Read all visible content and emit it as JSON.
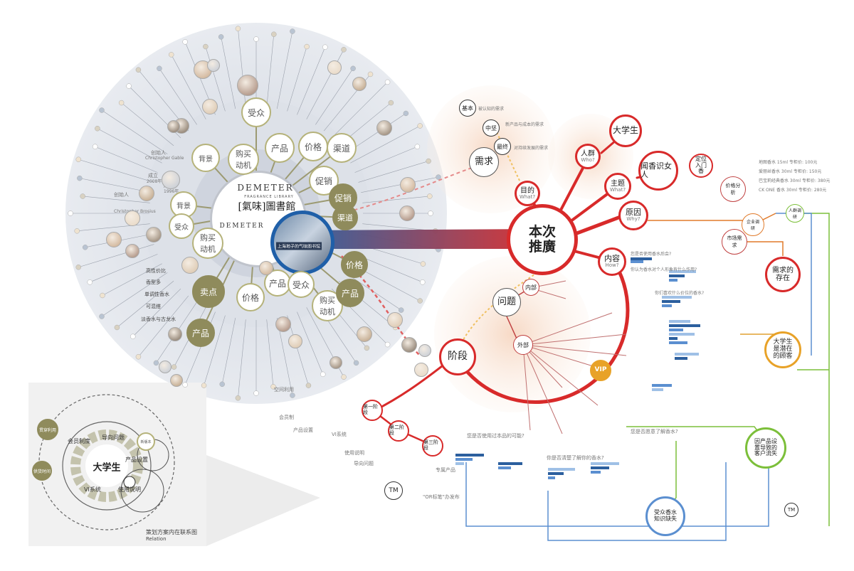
{
  "center": {
    "brand": "DEMETER",
    "brand_sub": "FRAGRANCE LIBRARY",
    "library_name": "[氣味]圖書館",
    "photo_caption": "上海地子的气味图书馆"
  },
  "left_cluster": {
    "nodes": [
      "受众",
      "产品",
      "价格",
      "渠道",
      "促销",
      "购买动机",
      "背景",
      "背景",
      "受众",
      "购买动机",
      "价格",
      "产品",
      "受众",
      "购买动机",
      "卖点",
      "产品",
      "价格",
      "产品",
      "促销",
      "渠道"
    ],
    "left_labels": [
      "创始人",
      "Christopher Gable",
      "创始人",
      "Christopher Brosius",
      "成立",
      "2008年",
      "成立",
      "1996年"
    ],
    "selling_points": [
      "高性价比",
      "香型多",
      "单调性香水",
      "可混搭",
      "淡香水与古龙水"
    ]
  },
  "right_main": {
    "center": "本次推廣",
    "nodes": {
      "mudi": {
        "cn": "目的",
        "en": "What?"
      },
      "renqun": {
        "cn": "人群",
        "en": "Who?"
      },
      "zhuti": {
        "cn": "主题",
        "en": "What?"
      },
      "yuanyin": {
        "cn": "原因",
        "en": "Why?"
      },
      "neirong": {
        "cn": "内容",
        "en": "How?"
      }
    },
    "xuqiu": "需求",
    "xuqiu_items": [
      "基本",
      "中坚",
      "最终"
    ],
    "xuqiu_texts": [
      "被认知的需求",
      "新产品与成本的需求",
      "对持续发展的需求"
    ],
    "daxuesheng": "大学生",
    "wenxiang": "闻香识女人",
    "dingwei": "定位入门香",
    "wenti": "问题",
    "neibu": "内部",
    "waibu": "外部",
    "jieduan": "阶段",
    "stages": [
      "第一阶段",
      "第二阶段",
      "第三阶段"
    ],
    "vip": "VIP",
    "tm": "TM",
    "right_side": [
      "价格分析",
      "企业调研",
      "市场需求",
      "需求的存在",
      "人群调研",
      "大学生是潜在的顾客",
      "因产品设置导致的客户流失",
      "受众香水知识缺失"
    ],
    "survey_lines": [
      "您是否使用香水后会?",
      "你认为香水对个人形象有什么作用?",
      "你们喜欢什么价位的香水?"
    ],
    "price_lines": [
      "地图香水 15ml 专柜价: 100元",
      "爱丽丝香水 30ml 专柜价: 150元",
      "巴宝莉经典香水 30ml 专柜价: 380元",
      "CK ONE 香水 30ml 专柜价: 280元"
    ]
  },
  "inset": {
    "center": "大学生",
    "items": [
      "会员制度",
      "VI系统",
      "导向问题",
      "产品设置",
      "使用说明"
    ],
    "outer": [
      "贯穿利用",
      "供货时间",
      "新版本"
    ],
    "caption_cn": "策划方案内在联系图",
    "caption_en": "Relation"
  },
  "stage_labels": [
    "空间利用",
    "会员制",
    "产品设置",
    "VI系统",
    "使用说明",
    "导向问题",
    "专属产品",
    "\"OR标笔\"办发布"
  ],
  "bottom_notes": [
    "您是否使用过本品的可能?",
    "你是否清楚了解你的香水?",
    "您是否愿意了解香水?"
  ],
  "colors": {
    "red": "#d82a2a",
    "olive": "#8f8b5c",
    "olive_light": "#b5b27a",
    "blue": "#2c5f9e",
    "green": "#7cbf3a",
    "orange": "#e07a2a",
    "gray_bg": "#e4e7ed"
  }
}
